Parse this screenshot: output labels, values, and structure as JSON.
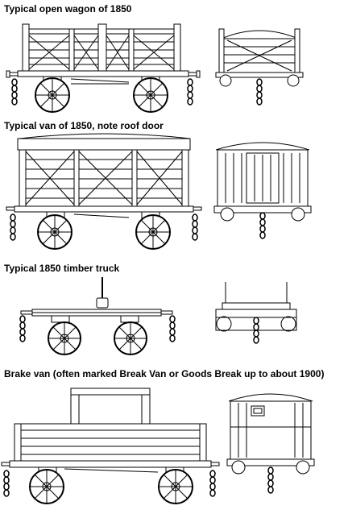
{
  "sections": [
    {
      "title": "Typical open wagon of 1850"
    },
    {
      "title": "Typical van of 1850, note roof door"
    },
    {
      "title": "Typical 1850 timber truck"
    },
    {
      "title": "Brake van (often marked Break Van or Goods Break up to about 1900)"
    }
  ],
  "colors": {
    "ink": "#000000",
    "paper": "#ffffff"
  }
}
